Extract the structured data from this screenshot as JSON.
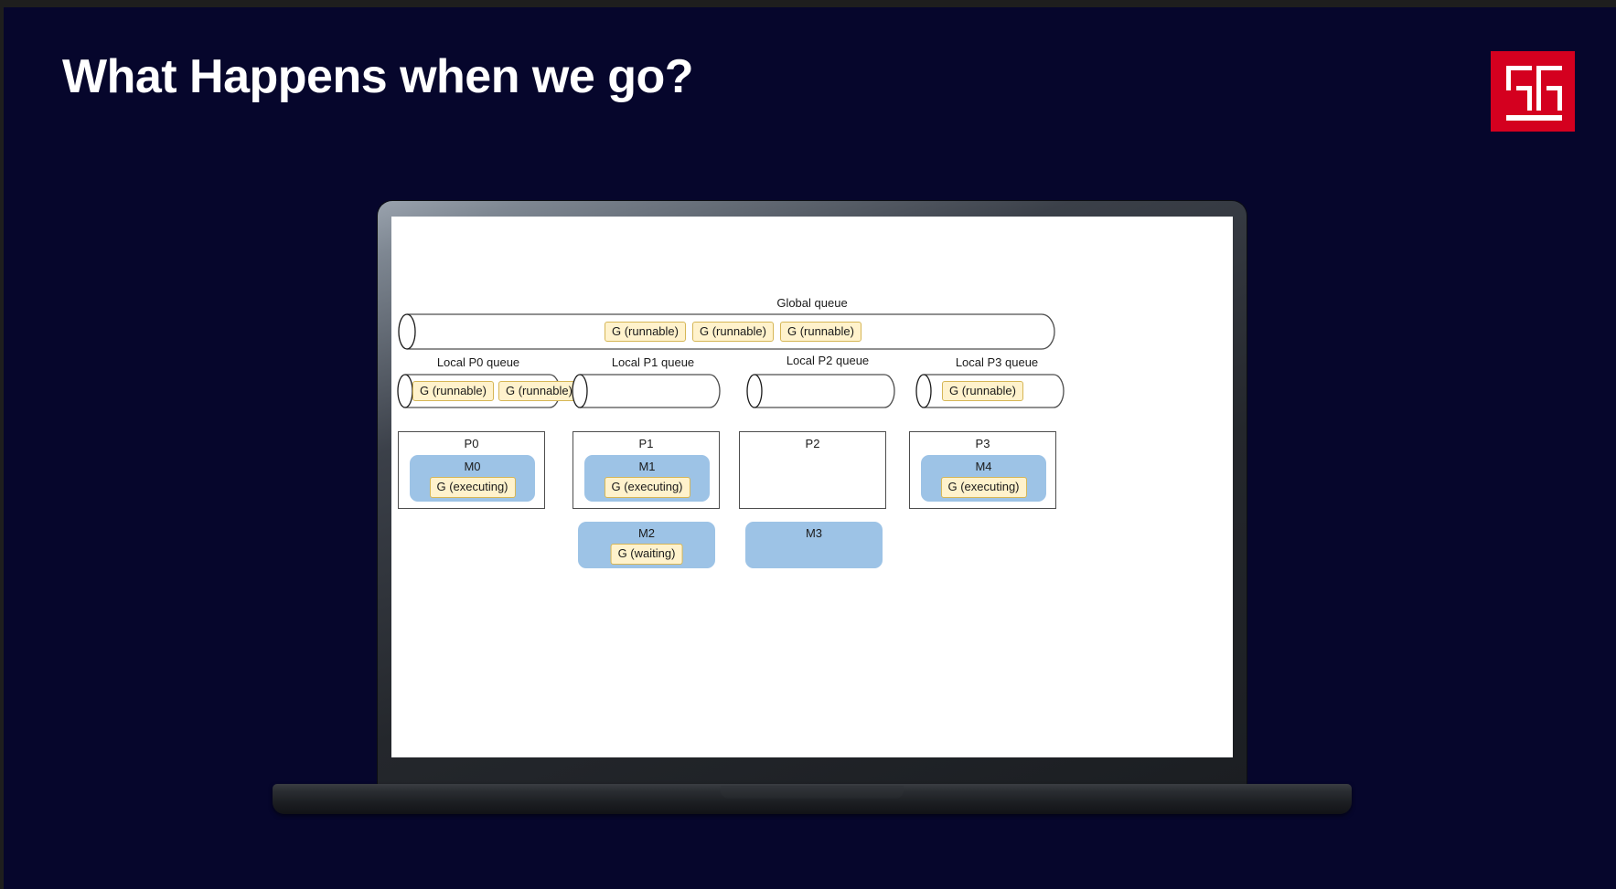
{
  "slide": {
    "title": "What Happens when we go?",
    "background_color": "#06062c",
    "title_color": "#ffffff"
  },
  "logo": {
    "name": "gophercon-logo",
    "background_color": "#d4001f",
    "mark_color": "#ffffff"
  },
  "device": {
    "type": "laptop",
    "screen_background": "#ffffff"
  },
  "diagram": {
    "type": "go-scheduler",
    "colors": {
      "goroutine_fill": "#fff2cc",
      "goroutine_stroke": "#d6b656",
      "machine_fill": "#9dc3e6",
      "processor_stroke": "#4d4d4d"
    },
    "global_queue": {
      "label": "Global queue",
      "items": [
        "G (runnable)",
        "G (runnable)",
        "G (runnable)"
      ]
    },
    "local_queues": [
      {
        "label": "Local P0 queue",
        "items": [
          "G (runnable)",
          "G (runnable)"
        ]
      },
      {
        "label": "Local P1 queue",
        "items": []
      },
      {
        "label": "Local P2 queue",
        "items": []
      },
      {
        "label": "Local P3 queue",
        "items": [
          "G (runnable)"
        ]
      }
    ],
    "processors": [
      {
        "label": "P0",
        "machine": {
          "label": "M0",
          "goroutine": "G (executing)"
        }
      },
      {
        "label": "P1",
        "machine": {
          "label": "M1",
          "goroutine": "G (executing)"
        }
      },
      {
        "label": "P2",
        "machine": null
      },
      {
        "label": "P3",
        "machine": {
          "label": "M4",
          "goroutine": "G (executing)"
        }
      }
    ],
    "detached_machines": [
      {
        "label": "M2",
        "goroutine": "G (waiting)"
      },
      {
        "label": "M3",
        "goroutine": null
      }
    ]
  }
}
